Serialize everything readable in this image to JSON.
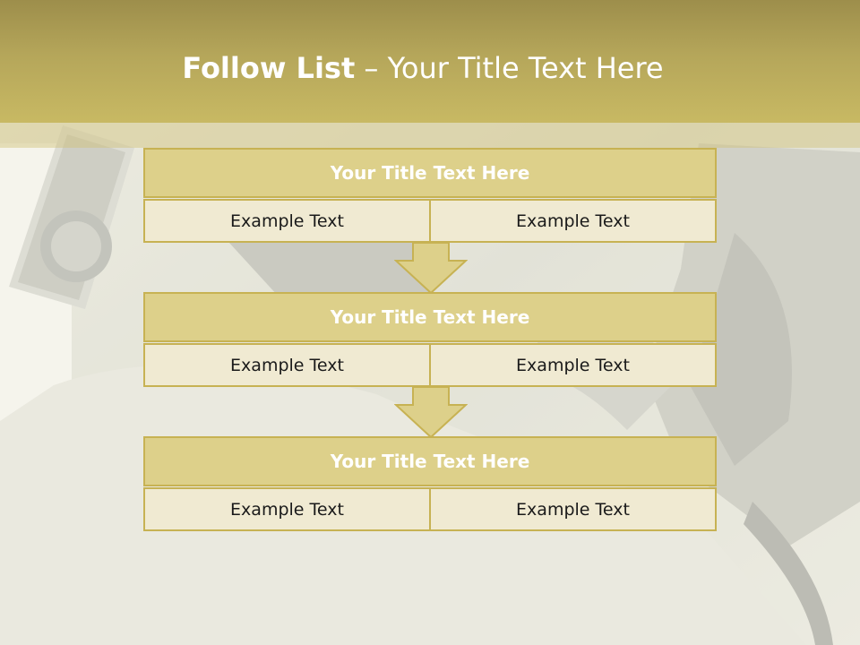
{
  "slide": {
    "title_bold": "Follow List",
    "title_rest": " – Your Title Text Here"
  },
  "blocks": [
    {
      "title": "Your Title Text Here",
      "cells": [
        "Example Text",
        "Example Text"
      ]
    },
    {
      "title": "Your Title Text Here",
      "cells": [
        "Example Text",
        "Example Text"
      ]
    },
    {
      "title": "Your Title Text Here",
      "cells": [
        "Example Text",
        "Example Text"
      ]
    }
  ],
  "theme": {
    "header_color": "#b5a65a",
    "title_fill": "#ddd08a",
    "cell_fill": "#f0ead2",
    "border": "#c7b253"
  },
  "icons": {
    "arrow": "down-arrow-icon"
  }
}
